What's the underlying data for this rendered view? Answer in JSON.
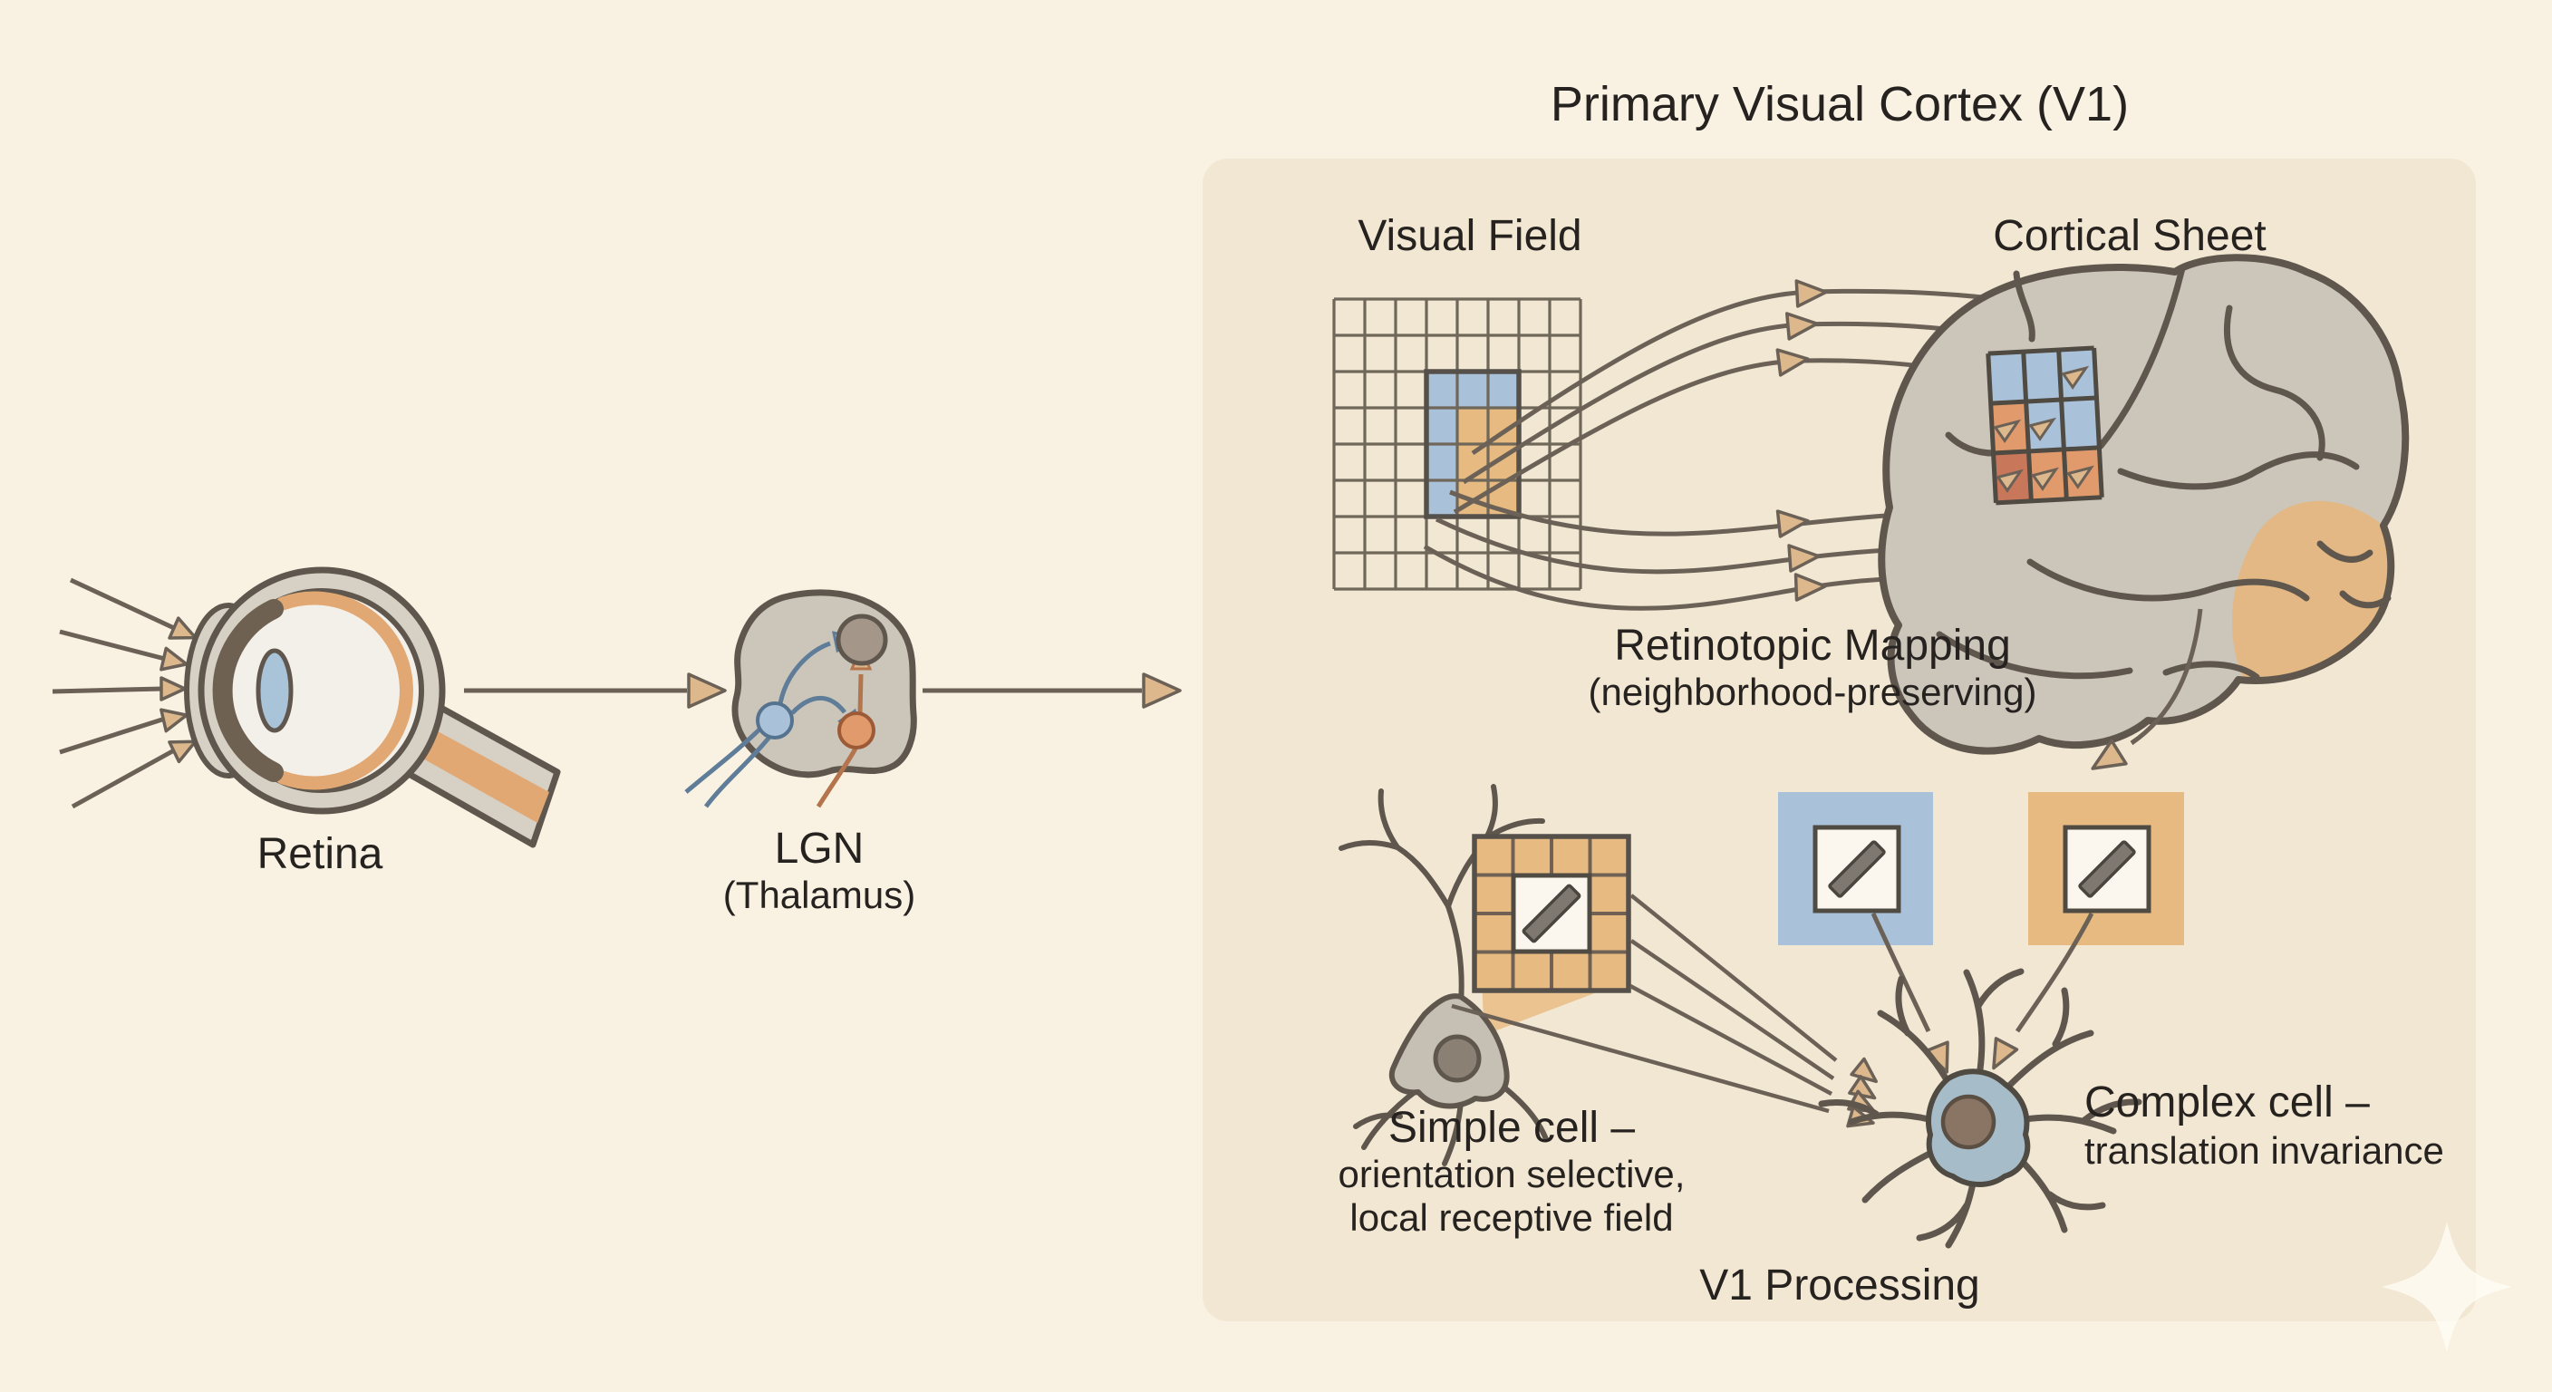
{
  "colors": {
    "background": "#f9f2e2",
    "panel": "#f2e7d2",
    "ink": "#262220",
    "outline": "#5f574d",
    "arrow_line": "#6b6156",
    "arrow_head": "#ddb88d",
    "blue": "#a9c1d9",
    "tan": "#e7ba81",
    "orange": "#e09a6c",
    "red_orange": "#c8775a",
    "brain_gray": "#cbc5ba",
    "occipital_orange": "#e6b67c",
    "sclera_gray": "#d6d0c5",
    "eye_inner": "#f3f0e9",
    "retina_orange": "#e2a873",
    "iris_dark": "#6e6152",
    "lens_blue": "#a9c4d8",
    "neuron_gray": "#c6c0b4",
    "soma_nucleus": "#8a8073",
    "complex_blue_gray": "#a7bcc9",
    "nucleus_brown": "#8a7464",
    "white_box": "#fbf7ef",
    "bar_gray": "#7e7870",
    "fiber_blue": "#5f7d99",
    "fiber_orange": "#b4744c",
    "lgn_gray_cell": "#a49689"
  },
  "stages": {
    "retina": {
      "label": "Retina"
    },
    "lgn": {
      "label": "LGN",
      "sublabel": "(Thalamus)"
    }
  },
  "v1_panel": {
    "title": "Primary Visual Cortex (V1)",
    "visual_field": {
      "label": "Visual Field"
    },
    "cortical_sheet": {
      "label": "Cortical Sheet"
    },
    "mapping": {
      "label": "Retinotopic Mapping",
      "sublabel": "(neighborhood-preserving)"
    },
    "simple_cell": {
      "title": "Simple cell –",
      "desc1": "orientation selective,",
      "desc2": "local receptive field"
    },
    "complex_cell": {
      "title": "Complex cell –",
      "desc1": "translation invariance"
    },
    "processing_label": "V1 Processing"
  },
  "diagram_data": {
    "visual_field_grid": {
      "cols": 8,
      "rows": 8,
      "highlight": [
        {
          "col": 3,
          "row": 2,
          "color": "blue"
        },
        {
          "col": 4,
          "row": 2,
          "color": "blue"
        },
        {
          "col": 5,
          "row": 2,
          "color": "blue"
        },
        {
          "col": 3,
          "row": 3,
          "color": "blue"
        },
        {
          "col": 4,
          "row": 3,
          "color": "tan"
        },
        {
          "col": 5,
          "row": 3,
          "color": "tan"
        },
        {
          "col": 3,
          "row": 4,
          "color": "blue"
        },
        {
          "col": 4,
          "row": 4,
          "color": "tan"
        },
        {
          "col": 5,
          "row": 4,
          "color": "tan"
        },
        {
          "col": 3,
          "row": 5,
          "color": "blue"
        },
        {
          "col": 4,
          "row": 5,
          "color": "tan"
        },
        {
          "col": 5,
          "row": 5,
          "color": "tan"
        }
      ]
    },
    "cortical_patch": {
      "cols": 3,
      "rows": 3,
      "cell_colors": [
        [
          "blue",
          "blue",
          "blue"
        ],
        [
          "orange",
          "blue",
          "blue"
        ],
        [
          "red_orange",
          "orange",
          "orange"
        ]
      ],
      "arrow_cells": [
        [
          0,
          2
        ],
        [
          1,
          0
        ],
        [
          1,
          1
        ],
        [
          2,
          0
        ],
        [
          2,
          1
        ],
        [
          2,
          2
        ]
      ]
    }
  }
}
